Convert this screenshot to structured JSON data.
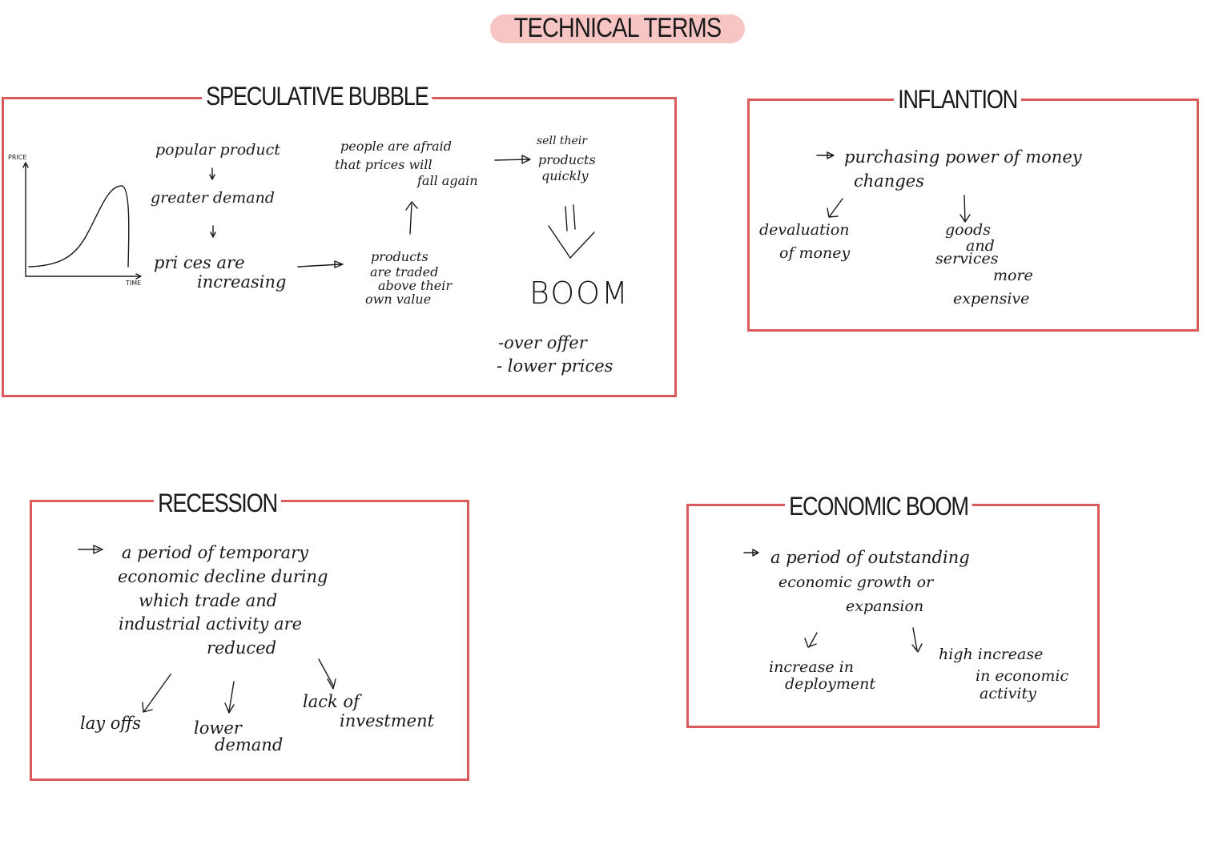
{
  "title": "TECHNICAL TERMS",
  "speculative_bubble": {
    "title": "SPECULATIVE BUBBLE",
    "chart_y_label": "PRICE",
    "chart_x_label": "TIME",
    "popular_product": "popular product",
    "greater_demand": "greater demand",
    "prices_are": "pri ces are",
    "increasing": "increasing",
    "products_traded_1": "products",
    "products_traded_2": "are traded",
    "products_traded_3": "above their",
    "products_traded_4": "own value",
    "afraid_1": "people are afraid",
    "afraid_2": "that prices will",
    "afraid_3": "fall again",
    "sell_1": "sell their",
    "sell_2": "products",
    "sell_3": "quickly",
    "boom": "BOOM",
    "over_offer": "-over offer",
    "lower_prices": "- lower prices"
  },
  "inflation": {
    "title": "INFLANTION",
    "purchasing_1": "purchasing power of money",
    "purchasing_2": "changes",
    "devaluation_1": "devaluation",
    "devaluation_2": "of money",
    "goods_1": "goods",
    "goods_2": "and",
    "goods_3": "services",
    "goods_4": "more",
    "goods_5": "expensive"
  },
  "recession": {
    "title": "RECESSION",
    "def_1": "a period of temporary",
    "def_2": "economic decline during",
    "def_3": "which trade and",
    "def_4": "industrial activity are",
    "def_5": "reduced",
    "layoffs": "lay offs",
    "lower_demand_1": "lower",
    "lower_demand_2": "demand",
    "lack_1": "lack of",
    "lack_2": "investment"
  },
  "economic_boom": {
    "title": "ECONOMIC BOOM",
    "def_1": "a period of outstanding",
    "def_2": "economic growth or",
    "def_3": "expansion",
    "increase_1": "increase in",
    "increase_2": "deployment",
    "high_1": "high increase",
    "high_2": "in economic",
    "high_3": "activity"
  },
  "colors": {
    "border": "#dd5a5a",
    "pill": "#f7c5c3"
  }
}
